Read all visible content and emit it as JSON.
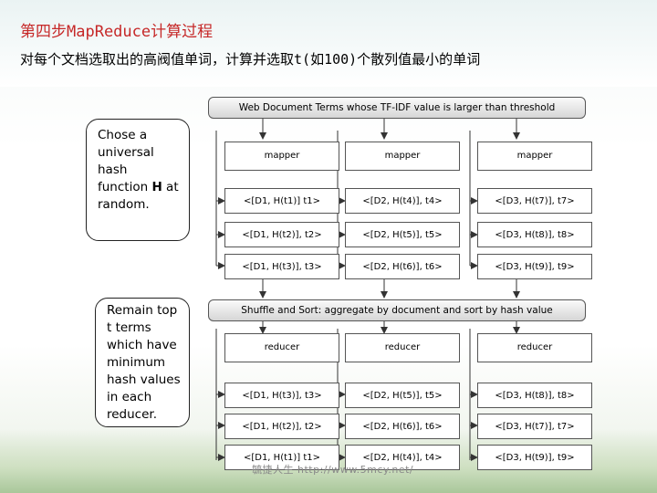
{
  "slide": {
    "title": "第四步MapReduce计算过程",
    "subtitle": "对每个文档选取出的高阀值单词，计算并选取t(如100)个散列值最小的单词"
  },
  "diagram": {
    "top_bar": "Web Document Terms whose TF-IDF value is larger than threshold",
    "note1": "Chose a universal hash function H at random.",
    "note1_parts": [
      "Chose a universal hash function ",
      "H",
      " at random."
    ],
    "note2": "Remain top t terms which have minimum hash values in each reducer.",
    "mappers": [
      "mapper",
      "mapper",
      "mapper"
    ],
    "map_outputs": [
      [
        "<[D1, H(t1)] t1>",
        "<[D2, H(t4)], t4>",
        "<[D3, H(t7)], t7>"
      ],
      [
        "<[D1, H(t2)], t2>",
        "<[D2, H(t5)], t5>",
        "<[D3, H(t8)], t8>"
      ],
      [
        "<[D1, H(t3)], t3>",
        "<[D2, H(t6)], t6>",
        "<[D3, H(t9)], t9>"
      ]
    ],
    "middle_bar": "Shuffle and Sort: aggregate by document and sort by hash value",
    "reducers": [
      "reducer",
      "reducer",
      "reducer"
    ],
    "reduce_outputs": [
      [
        "<[D1, H(t3)], t3>",
        "<[D2, H(t5)], t5>",
        "<[D3, H(t8)], t8>"
      ],
      [
        "<[D1, H(t2)], t2>",
        "<[D2, H(t6)], t6>",
        "<[D3, H(t7)], t7>"
      ],
      [
        "<[D1, H(t1)] t1>",
        "<[D2, H(t4)], t4>",
        "<[D3, H(t9)], t9>"
      ]
    ]
  },
  "footer": {
    "watermark": "毓捷人生 http://www.5mcy.net/"
  }
}
